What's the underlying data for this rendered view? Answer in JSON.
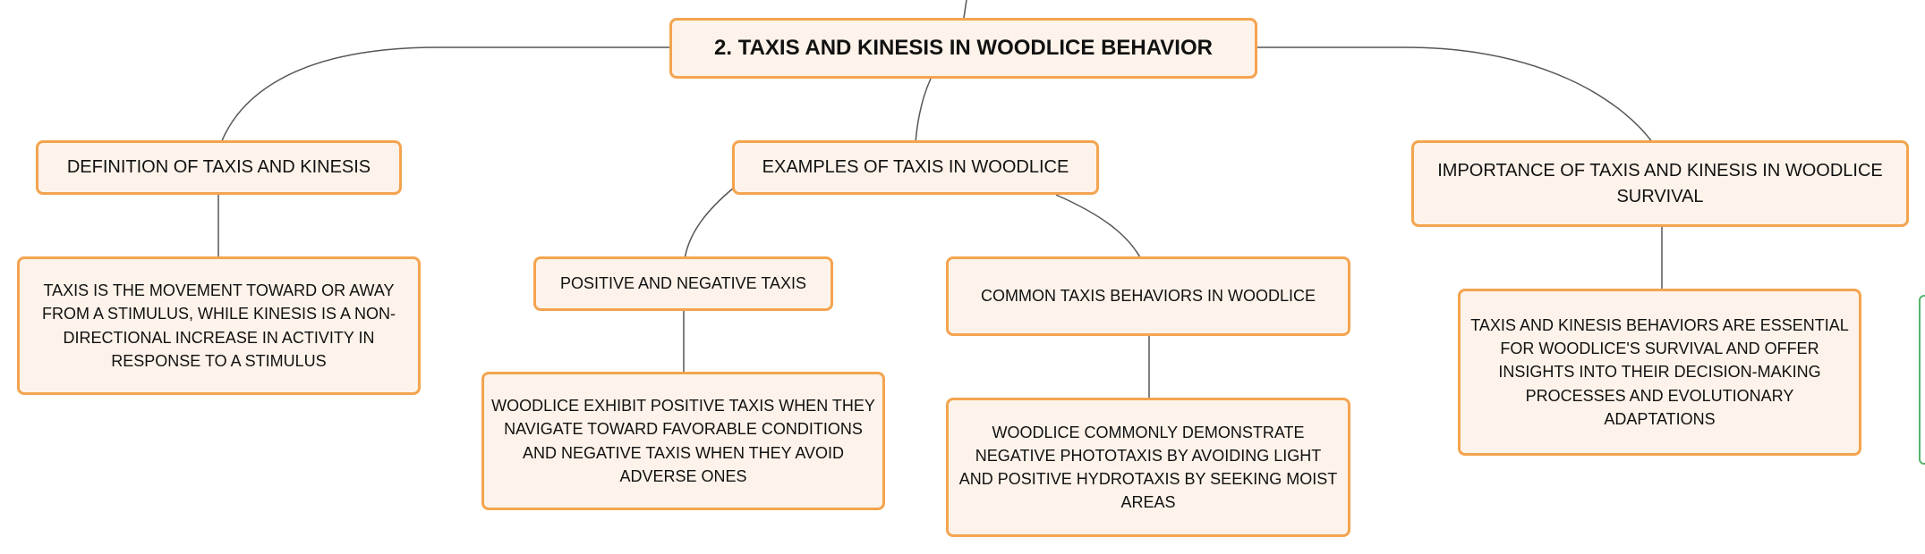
{
  "root": {
    "label": "2. TAXIS AND KINESIS IN WOODLICE BEHAVIOR"
  },
  "branches": {
    "definition": {
      "label": "DEFINITION OF TAXIS AND KINESIS",
      "detail": "TAXIS IS THE MOVEMENT TOWARD OR AWAY FROM A STIMULUS, WHILE KINESIS IS A NON-DIRECTIONAL INCREASE IN ACTIVITY IN RESPONSE TO A STIMULUS"
    },
    "examples": {
      "label": "EXAMPLES OF TAXIS IN WOODLICE",
      "positive_negative": {
        "label": "POSITIVE AND NEGATIVE TAXIS",
        "detail": "WOODLICE EXHIBIT POSITIVE TAXIS WHEN THEY NAVIGATE TOWARD FAVORABLE CONDITIONS AND NEGATIVE TAXIS WHEN THEY AVOID ADVERSE ONES"
      },
      "common": {
        "label": "COMMON TAXIS BEHAVIORS IN WOODLICE",
        "detail": "WOODLICE COMMONLY DEMONSTRATE NEGATIVE PHOTOTAXIS BY AVOIDING LIGHT AND POSITIVE HYDROTAXIS BY SEEKING MOIST AREAS"
      }
    },
    "importance": {
      "label": "IMPORTANCE OF TAXIS AND KINESIS IN WOODLICE SURVIVAL",
      "detail": "TAXIS AND KINESIS BEHAVIORS ARE ESSENTIAL FOR WOODLICE'S SURVIVAL AND OFFER INSIGHTS INTO THEIR DECISION-MAKING PROCESSES AND EVOLUTIONARY ADAPTATIONS"
    }
  },
  "colors": {
    "node_border": "#f4a44f",
    "node_fill": "#fdf3ea",
    "connector": "#555555",
    "edge_accent": "#56b36b"
  }
}
